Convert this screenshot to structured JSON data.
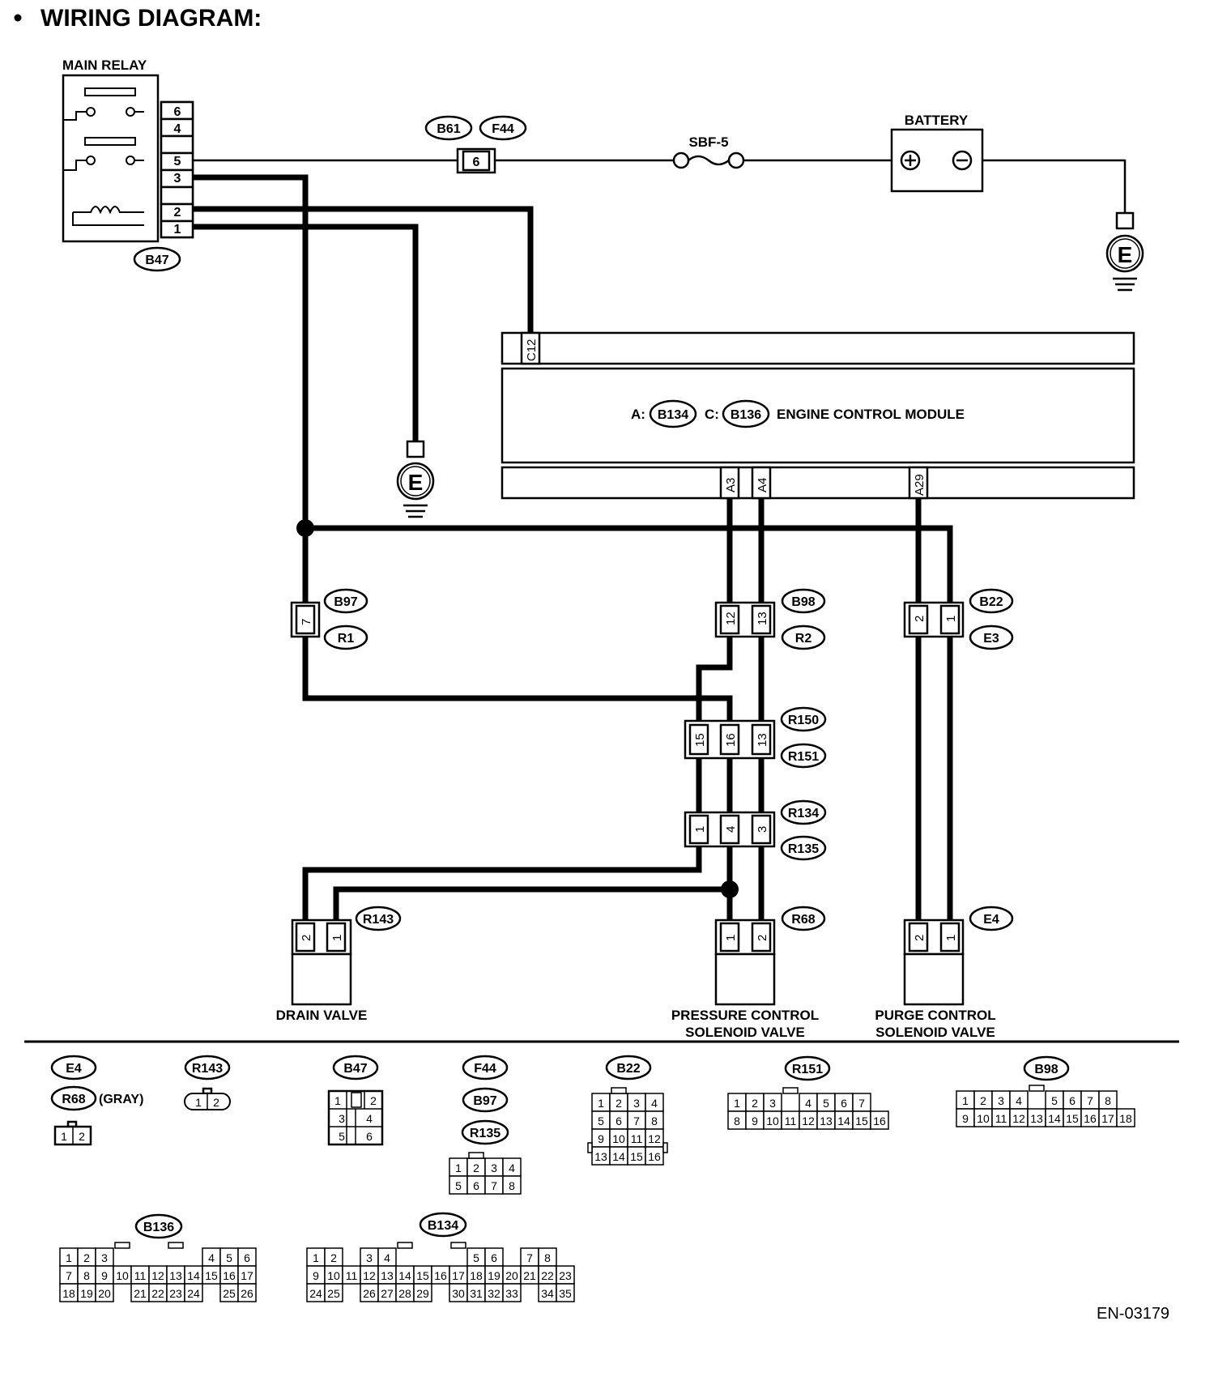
{
  "title": "WIRING DIAGRAM:",
  "components": {
    "main_relay": "MAIN RELAY",
    "battery": "BATTERY",
    "fuse": "SBF-5",
    "ecm": "ENGINE CONTROL MODULE",
    "ecm_a_prefix": "A:",
    "ecm_c_prefix": "C:",
    "drain_valve": "DRAIN VALVE",
    "pcsv_line1": "PRESSURE CONTROL",
    "pcsv_line2": "SOLENOID VALVE",
    "purge_line1": "PURGE CONTROL",
    "purge_line2": "SOLENOID VALVE",
    "ground": "E"
  },
  "connector_tags": {
    "b47": "B47",
    "b61": "B61",
    "f44": "F44",
    "b134": "B134",
    "b136": "B136",
    "b97": "B97",
    "r1": "R1",
    "b98": "B98",
    "r2": "R2",
    "b22": "B22",
    "e3": "E3",
    "r150": "R150",
    "r151": "R151",
    "r134": "R134",
    "r135": "R135",
    "r143": "R143",
    "r68": "R68",
    "e4": "E4"
  },
  "ecm_pins": {
    "c12": "C12",
    "a3": "A3",
    "a4": "A4",
    "a29": "A29"
  },
  "relay_pins": [
    "6",
    "4",
    "5",
    "3",
    "2",
    "1"
  ],
  "pins": {
    "b61": "6",
    "b97": "7",
    "b98": [
      "12",
      "13"
    ],
    "b22": [
      "2",
      "1"
    ],
    "r150": [
      "15",
      "16",
      "13"
    ],
    "r134": [
      "1",
      "4",
      "3"
    ],
    "r143": [
      "2",
      "1"
    ],
    "r68": [
      "1",
      "2"
    ],
    "e4": [
      "2",
      "1"
    ]
  },
  "legend": {
    "e4": "E4",
    "r68": "R68",
    "gray": "(GRAY)",
    "r143": "R143",
    "b47": "B47",
    "f44": "F44",
    "b97": "B97",
    "r135": "R135",
    "b22": "B22",
    "r151": "R151",
    "b98": "B98",
    "b136": "B136",
    "b134": "B134"
  },
  "figure_code": "EN-03179"
}
